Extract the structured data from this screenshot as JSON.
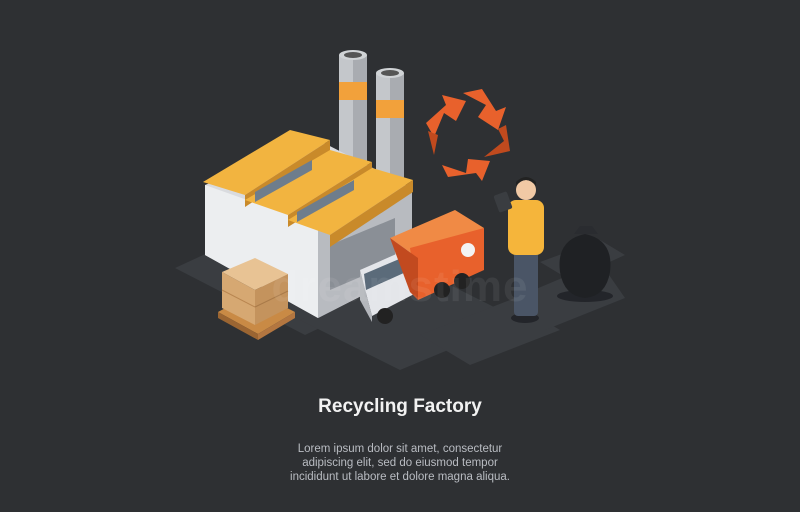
{
  "title": "Recycling Factory",
  "description": [
    "Lorem ipsum dolor sit amet, consectetur",
    "adipiscing elit, sed do eiusmod tempor",
    "incididunt ut labore et dolore magna aliqua."
  ],
  "watermark": "dreamstime",
  "colors": {
    "background": "#2e3033",
    "accent_orange": "#e8612c",
    "roof_yellow": "#f2b440",
    "person_shirt": "#f5b53b"
  },
  "icons": [
    "factory-icon",
    "recycle-icon",
    "garbage-truck-icon",
    "person-with-tablet-icon",
    "trash-bag-icon",
    "cardboard-boxes-icon"
  ]
}
